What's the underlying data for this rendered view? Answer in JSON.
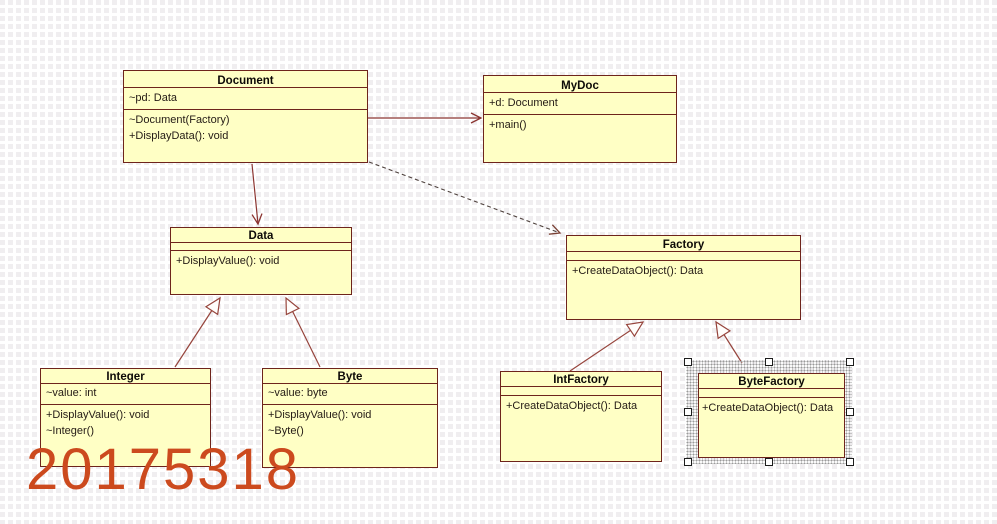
{
  "diagram": {
    "kind": "uml-class-diagram",
    "colors": {
      "class_fill": "#ffffc5",
      "class_border": "#6e241c",
      "connector": "#8b3430",
      "dependency_dash": "#4e413d",
      "watermark": "#cc4a1e",
      "grid_dot": "#f0eef0"
    }
  },
  "watermark": {
    "text": "20175318"
  },
  "classes": [
    {
      "name": "Document",
      "attributes": [
        "~pd: Data"
      ],
      "operations": [
        "~Document(Factory)",
        "+DisplayData(): void"
      ]
    },
    {
      "name": "MyDoc",
      "attributes": [
        "+d: Document"
      ],
      "operations": [
        "+main()"
      ]
    },
    {
      "name": "Data",
      "attributes": [],
      "operations": [
        "+DisplayValue(): void"
      ]
    },
    {
      "name": "Factory",
      "attributes": [],
      "operations": [
        "+CreateDataObject(): Data"
      ]
    },
    {
      "name": "Integer",
      "attributes": [
        "~value: int"
      ],
      "operations": [
        "+DisplayValue(): void",
        "~Integer()"
      ]
    },
    {
      "name": "Byte",
      "attributes": [
        "~value: byte"
      ],
      "operations": [
        "+DisplayValue(): void",
        "~Byte()"
      ]
    },
    {
      "name": "IntFactory",
      "attributes": [],
      "operations": [
        "+CreateDataObject(): Data"
      ]
    },
    {
      "name": "ByteFactory",
      "attributes": [],
      "operations": [
        "+CreateDataObject(): Data"
      ],
      "selected": true
    }
  ],
  "relations": [
    {
      "type": "association",
      "from": "Document",
      "to": "MyDoc"
    },
    {
      "type": "association",
      "from": "Document",
      "to": "Data"
    },
    {
      "type": "dependency",
      "from": "Document",
      "to": "Factory",
      "line": "dashed"
    },
    {
      "type": "generalization",
      "from": "Integer",
      "to": "Data"
    },
    {
      "type": "generalization",
      "from": "Byte",
      "to": "Data"
    },
    {
      "type": "generalization",
      "from": "IntFactory",
      "to": "Factory"
    },
    {
      "type": "generalization",
      "from": "ByteFactory",
      "to": "Factory"
    }
  ]
}
